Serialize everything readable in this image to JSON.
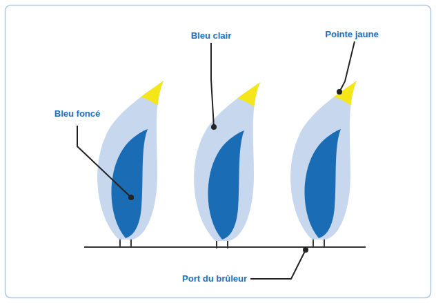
{
  "diagram": {
    "labels": [
      "Bleu clair",
      "Pointe jaune",
      "Bleu foncé",
      "Port du brûleur"
    ]
  }
}
